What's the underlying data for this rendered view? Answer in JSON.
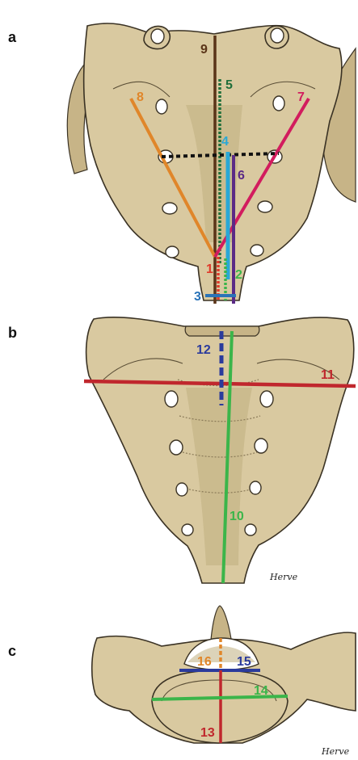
{
  "panels": [
    {
      "letter": "a"
    },
    {
      "letter": "b"
    },
    {
      "letter": "c"
    }
  ],
  "signature": "Herve",
  "measurements": {
    "m1": {
      "label": "1",
      "color": "#e03a2a"
    },
    "m2": {
      "label": "2",
      "color": "#3bb54a"
    },
    "m3": {
      "label": "3",
      "color": "#2a73b8"
    },
    "m4": {
      "label": "4",
      "color": "#29a8d6"
    },
    "m5": {
      "label": "5",
      "color": "#1f6e3a"
    },
    "m6": {
      "label": "6",
      "color": "#5b2a86"
    },
    "m7": {
      "label": "7",
      "color": "#d21c5e"
    },
    "m8": {
      "label": "8",
      "color": "#e0862a"
    },
    "m9": {
      "label": "9",
      "color": "#5a3418"
    },
    "m10": {
      "label": "10",
      "color": "#3bb54a"
    },
    "m11": {
      "label": "11",
      "color": "#c0272d"
    },
    "m12": {
      "label": "12",
      "color": "#2b3b9c"
    },
    "m13": {
      "label": "13",
      "color": "#c0272d"
    },
    "m14": {
      "label": "14",
      "color": "#3bb54a"
    },
    "m15": {
      "label": "15",
      "color": "#2b3b9c"
    },
    "m16": {
      "label": "16",
      "color": "#e0862a"
    },
    "black_dotted": {
      "color": "#111111"
    }
  },
  "bone_colors": {
    "fill": "#d9c9a0",
    "outline": "#3a3224"
  }
}
